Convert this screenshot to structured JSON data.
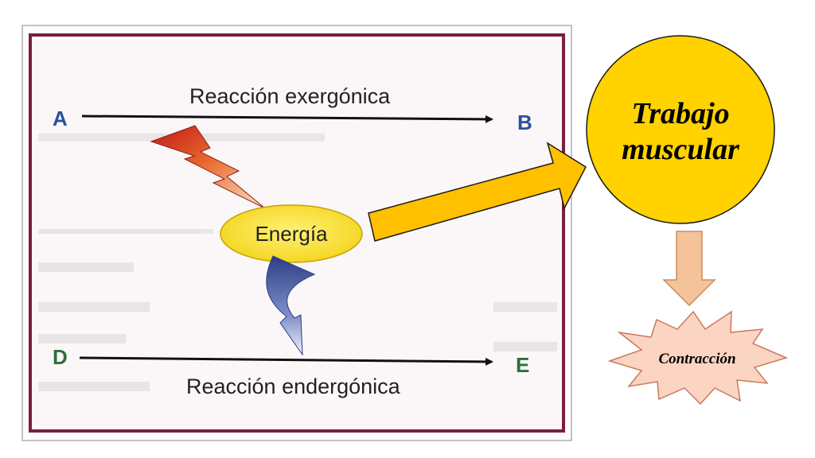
{
  "panel": {
    "label_a": "A",
    "label_b": "B",
    "label_d": "D",
    "label_e": "E",
    "exergonic": "Reacción exergónica",
    "endergonic": "Reacción endergónica",
    "energy": "Energía"
  },
  "side": {
    "work": {
      "line1": "Trabajo",
      "line2": "muscular"
    },
    "contraction": "Contracción"
  },
  "colors": {
    "frame": "#7a1f3d",
    "panel_bg": "#fbf7f8",
    "label_a": "#2c4f9c",
    "label_b": "#2c4f9c",
    "label_d": "#2e6e3a",
    "label_e": "#2e6e3a",
    "yellow": "#ffd200",
    "orange_arrow": "#ffc000",
    "peach_arrow": "#f4c39a",
    "star_fill": "#fbd4c2",
    "star_stroke": "#c97a5a"
  },
  "icons": {
    "red_lightning": "lightning-bolt-icon",
    "blue_curved_arrow": "curved-arrow-icon"
  }
}
